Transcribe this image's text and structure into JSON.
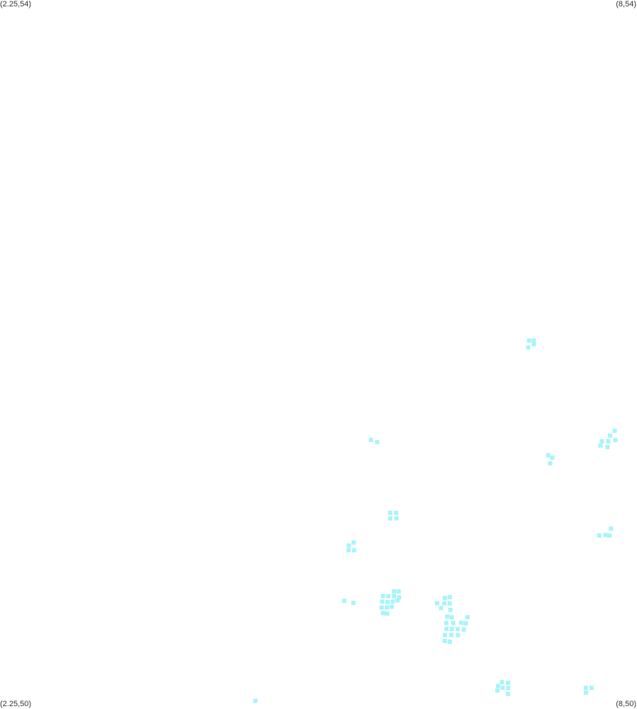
{
  "map": {
    "corners": {
      "top_left": "(2.25,54)",
      "top_right": "(8,54)",
      "bottom_left": "(2.25,50)",
      "bottom_right": "(8,50)"
    },
    "extent": {
      "x_min": 2.25,
      "x_max": 8,
      "y_min": 50,
      "y_max": 54
    },
    "marker_color": "#a8f4fa",
    "marker_shape": "square",
    "points": [
      [
        7.018,
        52.03
      ],
      [
        7.069,
        52.048
      ],
      [
        7.025,
        52.069
      ],
      [
        7.069,
        52.069
      ],
      [
        5.598,
        51.506
      ],
      [
        5.656,
        51.493
      ],
      [
        7.799,
        51.558
      ],
      [
        7.757,
        51.53
      ],
      [
        7.74,
        51.498
      ],
      [
        7.805,
        51.505
      ],
      [
        7.67,
        51.473
      ],
      [
        7.684,
        51.498
      ],
      [
        7.733,
        51.465
      ],
      [
        7.198,
        51.418
      ],
      [
        7.235,
        51.405
      ],
      [
        7.215,
        51.373
      ],
      [
        5.826,
        51.092
      ],
      [
        5.772,
        51.092
      ],
      [
        5.772,
        51.061
      ],
      [
        5.829,
        51.061
      ],
      [
        7.764,
        51.003
      ],
      [
        7.715,
        50.967
      ],
      [
        7.66,
        50.964
      ],
      [
        7.752,
        50.963
      ],
      [
        5.443,
        50.924
      ],
      [
        5.399,
        50.907
      ],
      [
        5.396,
        50.88
      ],
      [
        5.446,
        50.88
      ],
      [
        5.357,
        50.593
      ],
      [
        5.439,
        50.582
      ],
      [
        5.807,
        50.647
      ],
      [
        5.849,
        50.647
      ],
      [
        5.707,
        50.62
      ],
      [
        5.754,
        50.62
      ],
      [
        5.807,
        50.62
      ],
      [
        5.853,
        50.613
      ],
      [
        5.7,
        50.589
      ],
      [
        5.748,
        50.586
      ],
      [
        5.794,
        50.589
      ],
      [
        5.839,
        50.596
      ],
      [
        5.695,
        50.556
      ],
      [
        5.743,
        50.556
      ],
      [
        5.785,
        50.56
      ],
      [
        5.707,
        50.524
      ],
      [
        5.745,
        50.521
      ],
      [
        6.266,
        50.61
      ],
      [
        6.31,
        50.614
      ],
      [
        6.196,
        50.58
      ],
      [
        6.261,
        50.579
      ],
      [
        6.309,
        50.578
      ],
      [
        6.231,
        50.552
      ],
      [
        6.315,
        50.542
      ],
      [
        6.287,
        50.504
      ],
      [
        6.328,
        50.5
      ],
      [
        6.47,
        50.501
      ],
      [
        6.279,
        50.468
      ],
      [
        6.34,
        50.467
      ],
      [
        6.413,
        50.469
      ],
      [
        6.454,
        50.466
      ],
      [
        6.281,
        50.434
      ],
      [
        6.328,
        50.434
      ],
      [
        6.381,
        50.433
      ],
      [
        6.436,
        50.43
      ],
      [
        6.266,
        50.399
      ],
      [
        6.325,
        50.4
      ],
      [
        6.384,
        50.399
      ],
      [
        6.265,
        50.366
      ],
      [
        6.31,
        50.362
      ],
      [
        6.781,
        50.132
      ],
      [
        6.835,
        50.128
      ],
      [
        6.746,
        50.11
      ],
      [
        6.788,
        50.101
      ],
      [
        6.838,
        50.099
      ],
      [
        6.74,
        50.085
      ],
      [
        6.835,
        50.065
      ],
      [
        7.538,
        50.1
      ],
      [
        7.589,
        50.1
      ],
      [
        7.538,
        50.073
      ],
      [
        4.555,
        50.026
      ]
    ]
  }
}
